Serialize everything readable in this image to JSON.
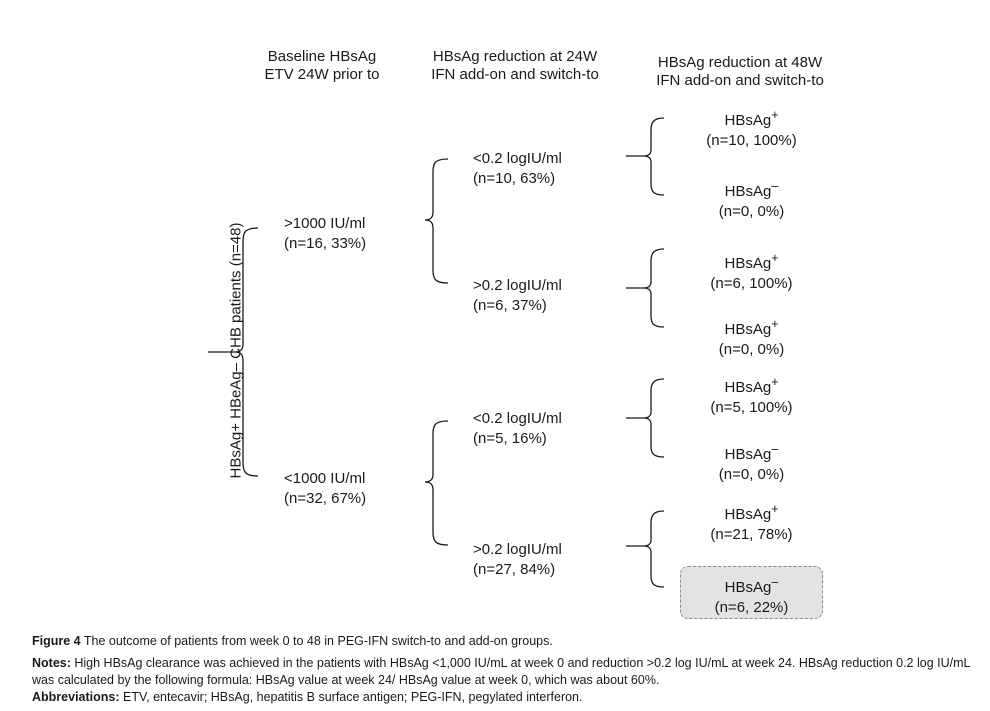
{
  "headers": {
    "col1": [
      "Baseline HBsAg",
      "ETV 24W prior to"
    ],
    "col2": [
      "HBsAg reduction at 24W",
      "IFN add-on and switch-to"
    ],
    "col3": [
      "HBsAg reduction at 48W",
      "IFN add-on and switch-to"
    ]
  },
  "root_label": "HBsAg+ HBeAg– CHB patients (n=48)",
  "level1": [
    {
      "label": ">1000 IU/ml",
      "count": "(n=16, 33%)"
    },
    {
      "label": "<1000 IU/ml",
      "count": "(n=32, 67%)"
    }
  ],
  "level2": [
    {
      "label": "<0.2 logIU/ml",
      "count": "(n=10, 63%)"
    },
    {
      "label": ">0.2 logIU/ml",
      "count": "(n=6, 37%)"
    },
    {
      "label": "<0.2 logIU/ml",
      "count": "(n=5, 16%)"
    },
    {
      "label": ">0.2 logIU/ml",
      "count": "(n=27, 84%)"
    }
  ],
  "level3": [
    {
      "label": "HBsAg",
      "sup": "+",
      "count": "(n=10, 100%)"
    },
    {
      "label": "HBsAg",
      "sup": "–",
      "count": "(n=0, 0%)"
    },
    {
      "label": "HBsAg",
      "sup": "+",
      "count": "(n=6, 100%)"
    },
    {
      "label": "HBsAg",
      "sup": "+",
      "count": "(n=0, 0%)"
    },
    {
      "label": "HBsAg",
      "sup": "+",
      "count": "(n=5, 100%)"
    },
    {
      "label": "HBsAg",
      "sup": "–",
      "count": "(n=0, 0%)"
    },
    {
      "label": "HBsAg",
      "sup": "+",
      "count": "(n=21, 78%)"
    },
    {
      "label": "HBsAg",
      "sup": "–",
      "count": "(n=6, 22%)"
    }
  ],
  "caption": {
    "figure_label": "Figure 4",
    "figure_text": " The outcome of patients from week 0 to 48 in PEG-IFN switch-to and add-on groups.",
    "notes_label": "Notes:",
    "notes_text": " High HBsAg clearance was achieved in the patients with HBsAg <1,000 IU/mL at week 0 and reduction >0.2 log IU/mL at week 24. HBsAg reduction 0.2 log IU/mL was calculated by the following formula: HBsAg value at week 24/ HBsAg value at week 0, which was about 60%.",
    "abbr_label": "Abbreviations:",
    "abbr_text": " ETV, entecavir; HBsAg, hepatitis B surface antigen; PEG-IFN, pegylated interferon."
  },
  "colors": {
    "line": "#1a1a1a",
    "highlight_fill": "#e3e3e3",
    "highlight_border": "#8a8a8a"
  }
}
